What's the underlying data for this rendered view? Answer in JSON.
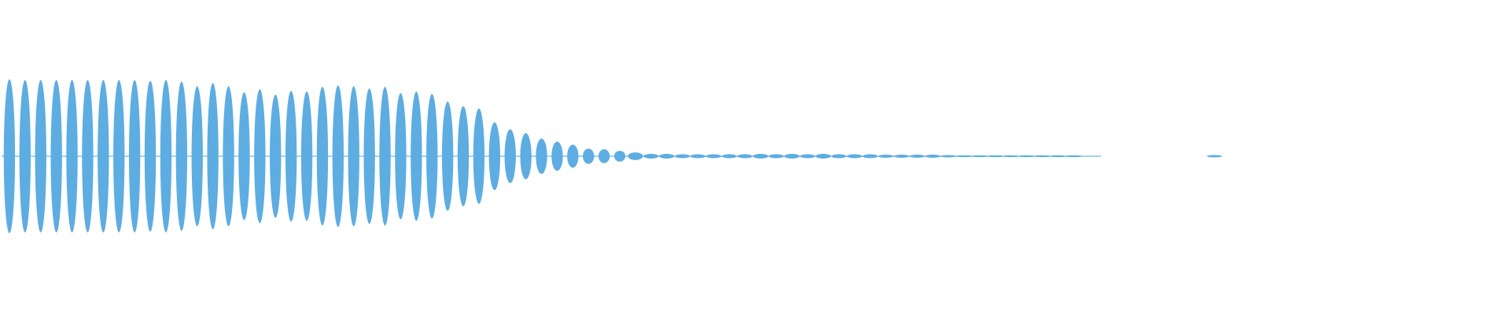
{
  "colors": {
    "background": "#ffffff",
    "waveform": "#5dade2"
  },
  "chart_data": {
    "type": "area",
    "description_style": "audio-waveform",
    "y_range": [
      -1,
      1
    ],
    "grid": false,
    "legend": "none",
    "title": "",
    "xlabel": "",
    "ylabel": "",
    "series": [
      {
        "peaks": [
          1.0,
          0.99,
          0.99,
          0.99,
          0.99,
          0.99,
          0.99,
          0.99,
          0.99,
          0.98,
          0.99,
          0.97,
          0.91,
          0.95,
          0.91,
          0.83,
          0.87,
          0.8,
          0.85,
          0.84,
          0.9,
          0.92,
          0.91,
          0.88,
          0.9,
          0.82,
          0.84,
          0.81,
          0.71,
          0.65,
          0.62,
          0.44,
          0.35,
          0.3,
          0.23,
          0.19,
          0.15,
          0.1,
          0.09,
          0.07,
          0.05,
          0.03,
          0.03,
          0.025,
          0.025,
          0.025,
          0.025,
          0.025,
          0.03,
          0.025,
          0.03,
          0.025,
          0.03,
          0.025,
          0.025,
          0.025,
          0.02,
          0.02,
          0.02,
          0.02,
          0.015,
          0.012,
          0.012,
          0.012,
          0.012,
          0.012,
          0.012,
          0.012,
          0.012,
          0.0,
          0.0,
          0.0,
          0.0,
          0.0,
          0.0,
          0.0,
          0.0,
          0.015
        ]
      }
    ]
  }
}
